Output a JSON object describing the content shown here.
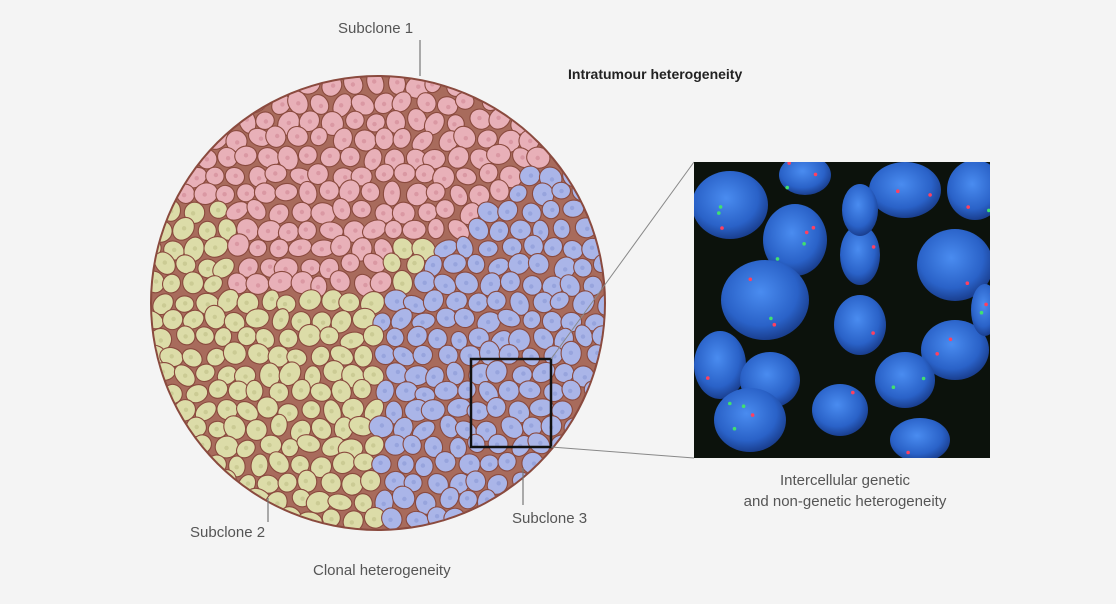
{
  "diagram": {
    "title": "Intratumour heterogeneity",
    "subclones": [
      {
        "label": "Subclone 1",
        "fill": "#e8b0b8"
      },
      {
        "label": "Subclone 2",
        "fill": "#dcdca8"
      },
      {
        "label": "Subclone 3",
        "fill": "#aab5e8"
      }
    ],
    "left_caption": "Clonal heterogeneity",
    "right_caption_line1": "Intercellular genetic",
    "right_caption_line2": "and non-genetic heterogeneity"
  },
  "colors": {
    "background": "#f4f4f4",
    "cell_border": "#8a4a3e",
    "tumour_outline": "#7a3a2e",
    "micrograph_background": "#0c120c",
    "nucleus_blue": "#2d6fd8",
    "signal_red": "#ff4060",
    "signal_green": "#40e070"
  }
}
